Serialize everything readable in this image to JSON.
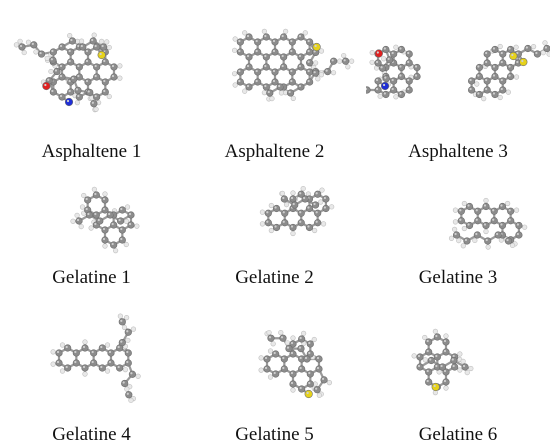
{
  "colors": {
    "carbon": "#8c8c8c",
    "carbon_highlight": "#cfcfcf",
    "hydrogen": "#e8e8e8",
    "bond": "#9a9a9a",
    "nitrogen": "#1f2fd6",
    "oxygen": "#e02020",
    "sulfur": "#e6d21a",
    "label": "#111111"
  },
  "molecules": [
    {
      "label": "Asphaltene 1",
      "heteroatoms": [
        "nitrogen",
        "oxygen",
        "sulfur"
      ]
    },
    {
      "label": "Asphaltene 2",
      "heteroatoms": [
        "sulfur"
      ]
    },
    {
      "label": "Asphaltene 3",
      "heteroatoms": [
        "nitrogen",
        "oxygen",
        "sulfur",
        "sulfur"
      ]
    },
    {
      "label": "Gelatine 1",
      "heteroatoms": []
    },
    {
      "label": "Gelatine 2",
      "heteroatoms": []
    },
    {
      "label": "Gelatine 3",
      "heteroatoms": []
    },
    {
      "label": "Gelatine 4",
      "heteroatoms": []
    },
    {
      "label": "Gelatine 5",
      "heteroatoms": [
        "sulfur"
      ]
    },
    {
      "label": "Gelatine 6",
      "heteroatoms": [
        "sulfur"
      ]
    }
  ]
}
